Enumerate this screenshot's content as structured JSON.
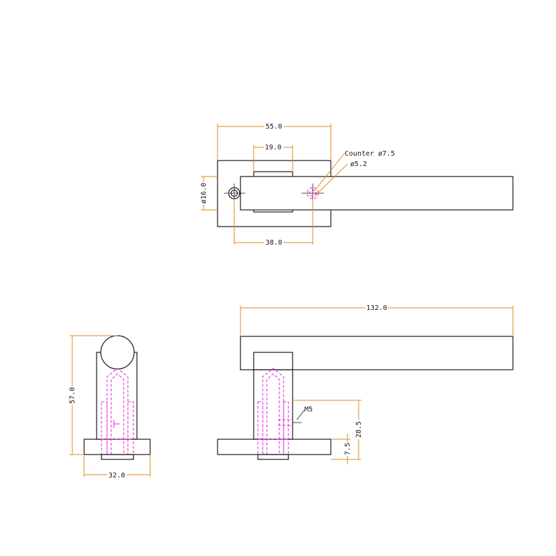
{
  "dimensions": {
    "top_width": "55.0",
    "top_inner": "19.0",
    "top_holes": "38.0",
    "top_height": "ø16.0",
    "side_height": "57.0",
    "side_width": "32.0",
    "front_length": "132.0",
    "front_height": "28.5",
    "front_base": "7.5"
  },
  "notes": {
    "counter": "Counter ø7.5",
    "hole": "ø5.2",
    "thread": "M5"
  },
  "colors": {
    "outline": "#1a1a1a",
    "hidden_lines": "#e020e0",
    "dimension_lines": "#e08a1e"
  }
}
